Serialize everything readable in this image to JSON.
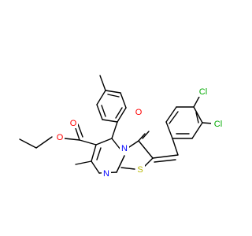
{
  "atom_labels": {
    "ester_carbonyl_o": "O",
    "ester_ether_o": "O",
    "ring_carbonyl_o": "O",
    "ring_n_bridge": "N",
    "ring_n_bottom": "N",
    "sulfur": "S",
    "chlorine_top": "Cl",
    "chlorine_right": "Cl"
  },
  "colors": {
    "oxygen": "#ff0000",
    "nitrogen": "#0000ff",
    "sulfur": "#b8b800",
    "chlorine": "#00aa00",
    "bond": "#000000",
    "background": "#ffffff"
  }
}
